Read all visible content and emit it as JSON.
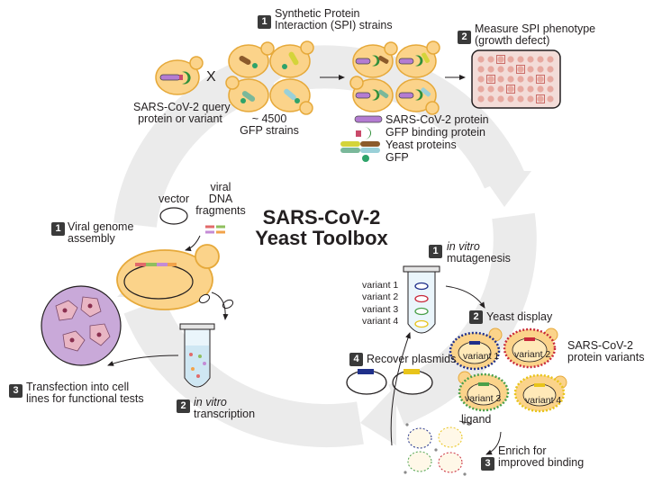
{
  "title": {
    "line1": "SARS-CoV-2",
    "line2": "Yeast Toolbox"
  },
  "top": {
    "step1_num": "1",
    "step1_line1": "Synthetic Protein",
    "step1_line2": "Interaction (SPI) strains",
    "step2_num": "2",
    "step2_line1": "Measure SPI phenotype",
    "step2_line2": "(growth defect)",
    "query_line1": "SARS-CoV-2 query",
    "query_line2": "protein or variant",
    "cross": "X",
    "gfp_line1": "~ 4500",
    "gfp_line2": "GFP strains",
    "legend": [
      "SARS-CoV-2 protein",
      "GFP binding protein",
      "Yeast proteins",
      "GFP"
    ]
  },
  "left": {
    "step1_num": "1",
    "step1_line1": "Viral genome",
    "step1_line2": "assembly",
    "vector": "vector",
    "frag_line1": "viral",
    "frag_line2": "DNA",
    "frag_line3": "fragments",
    "step2_num": "2",
    "step2_line1": "in vitro",
    "step2_line2": "transcription",
    "step3_num": "3",
    "step3_line1": "Transfection into cell",
    "step3_line2": "lines for functional tests"
  },
  "right": {
    "step1_num": "1",
    "step1_line1": "in vitro",
    "step1_line2": "mutagenesis",
    "variants": [
      "variant 1",
      "variant 2",
      "variant 3",
      "variant 4"
    ],
    "step2_num": "2",
    "step2_label": "Yeast display",
    "cell_variants": [
      "variant 1",
      "variant 2",
      "variant 3",
      "variant 4"
    ],
    "protein_var_line1": "SARS-CoV-2",
    "protein_var_line2": "protein variants",
    "step4_num": "4",
    "step4_label": "Recover plasmids",
    "ligand": "ligand",
    "step3_num": "3",
    "step3_line1": "Enrich for",
    "step3_line2": "improved binding"
  },
  "colors": {
    "cycle": "#e8e8e8",
    "yeast": "#fbd38a",
    "yeast_stroke": "#e6a93a",
    "sars": "#b47cd2",
    "gfp_binding": "#2f8f3a",
    "gfp": "#2ea36a",
    "well": "#e7a9a0",
    "plate": "#f3dcd8",
    "tube": "#d9eef7",
    "cell_dish": "#c9a9d9"
  }
}
